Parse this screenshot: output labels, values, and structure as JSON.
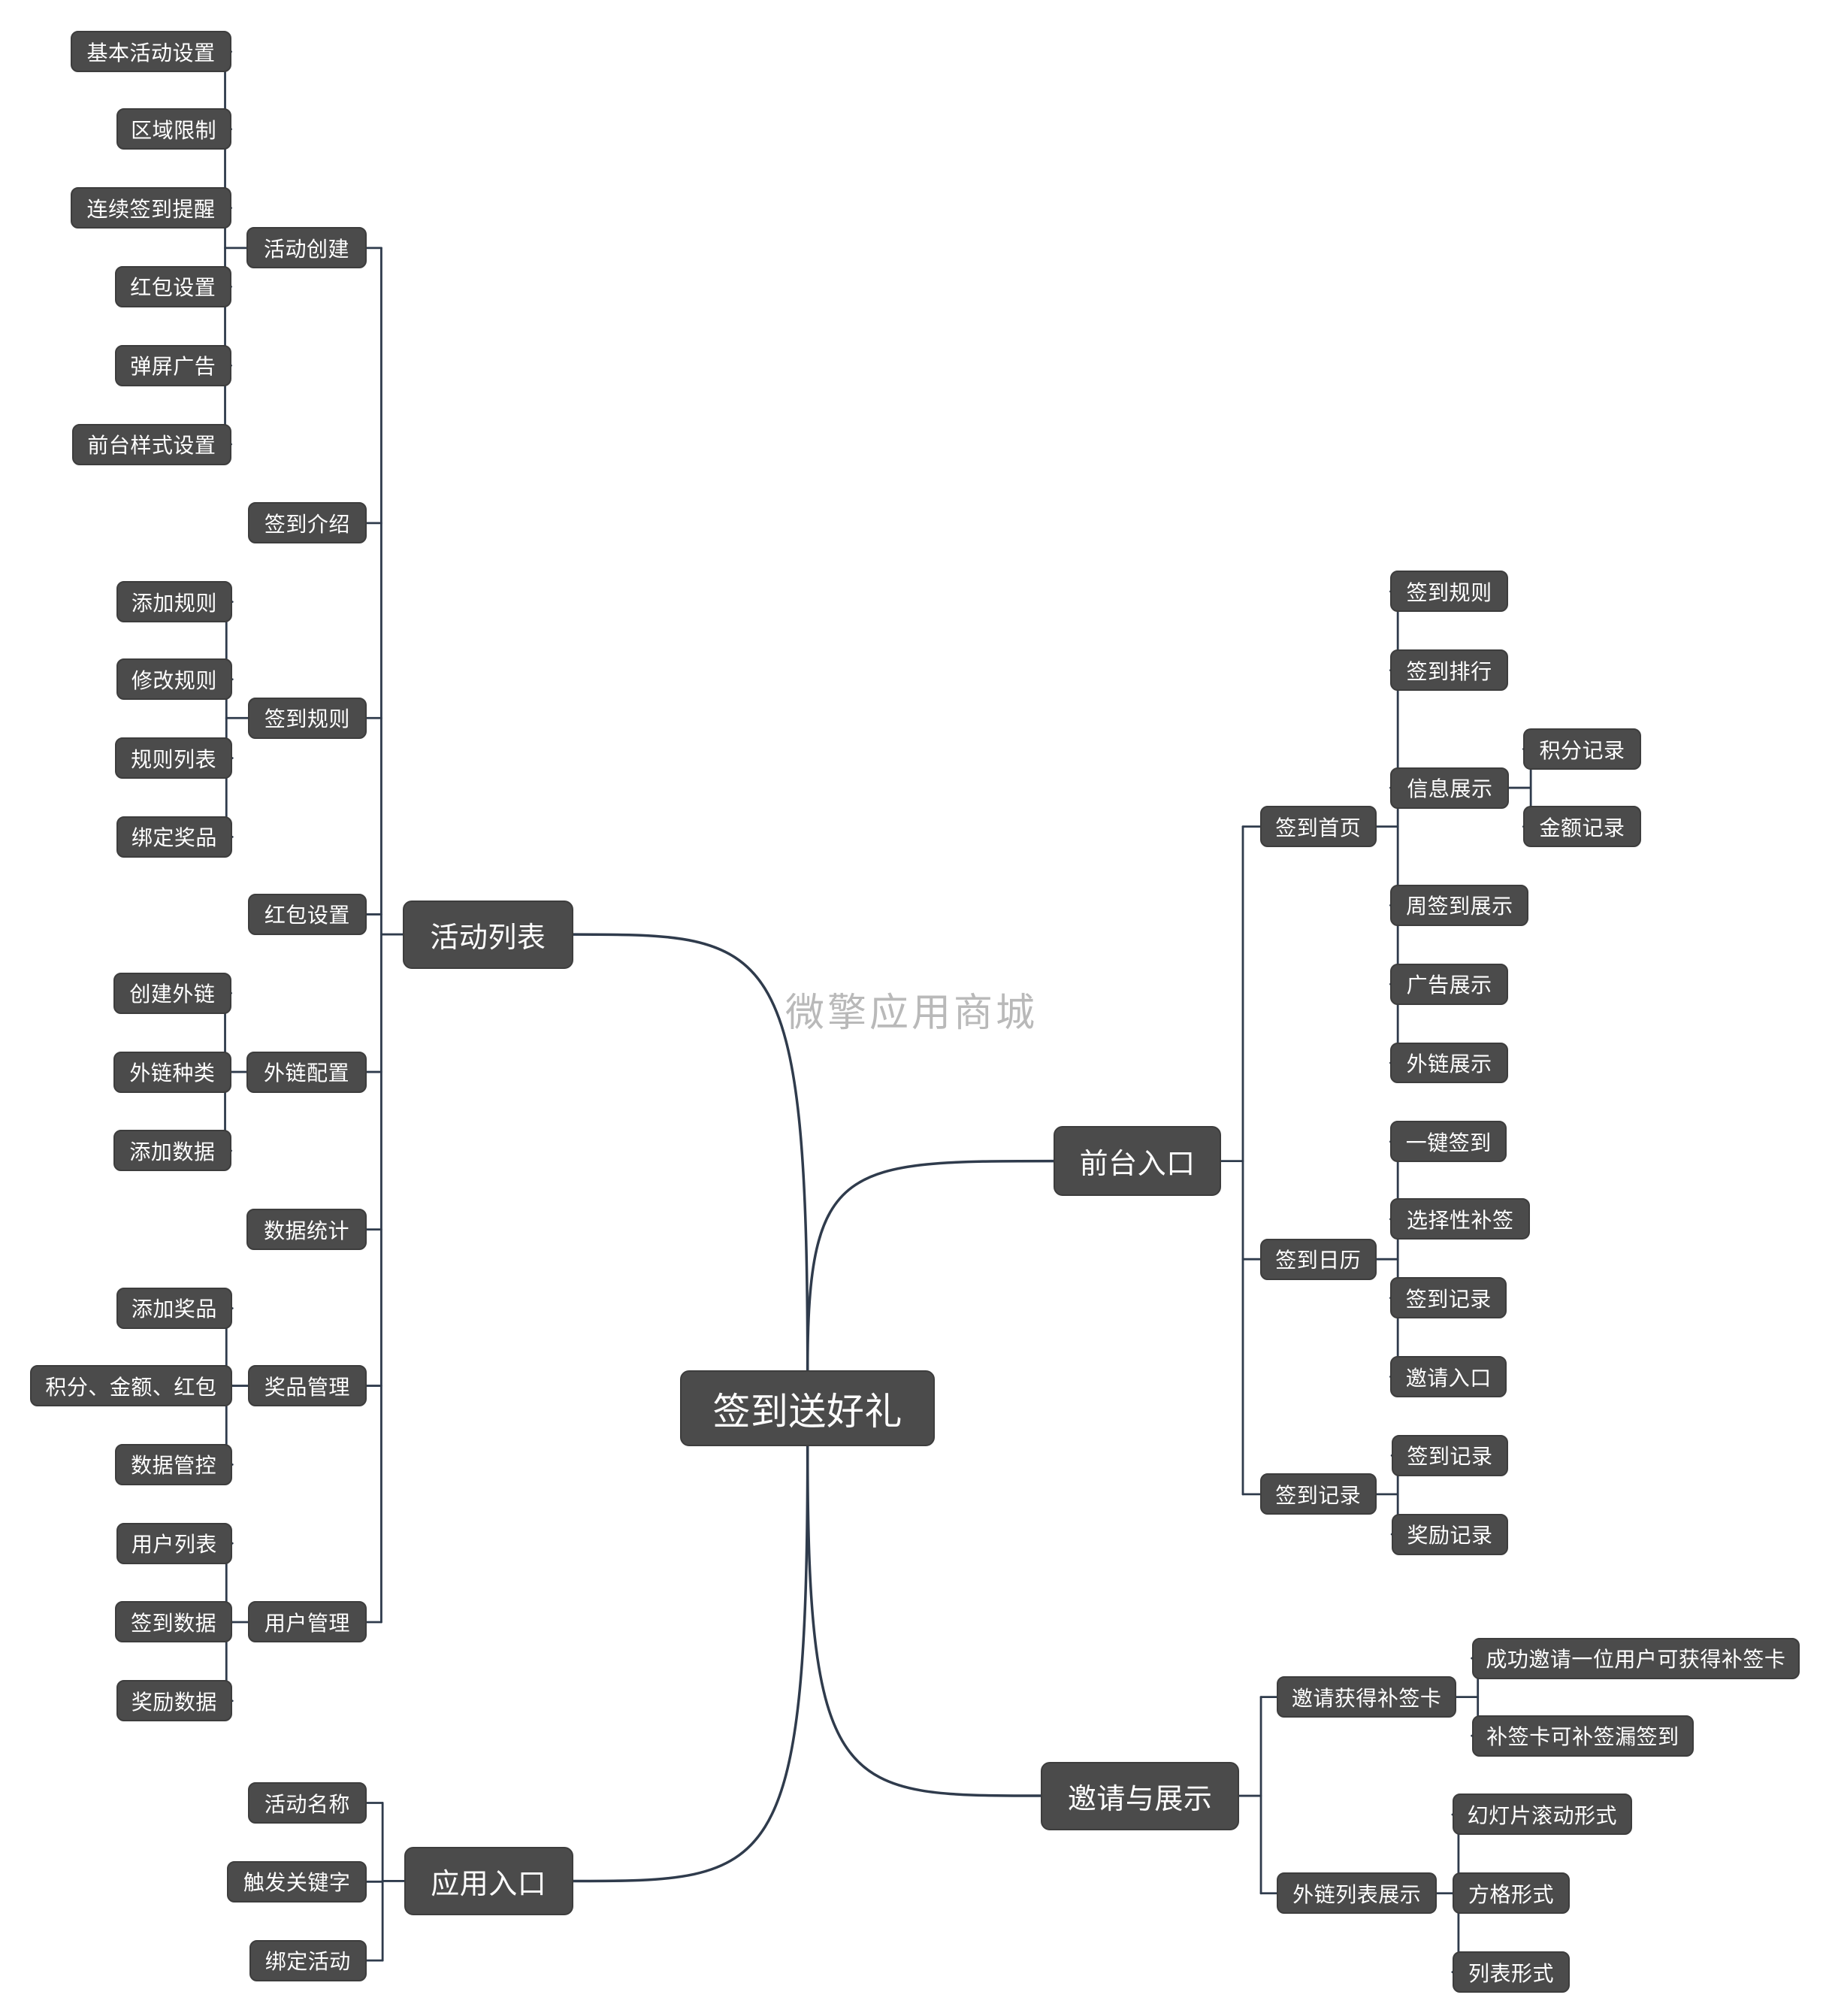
{
  "diagram": {
    "watermark": "微擎应用商城",
    "root": {
      "id": "root",
      "label": "签到送好礼"
    },
    "nodes": [
      {
        "id": "b1",
        "parent": "root",
        "label": "活动列表"
      },
      {
        "id": "b2",
        "parent": "root",
        "label": "应用入口"
      },
      {
        "id": "b3",
        "parent": "root",
        "label": "前台入口"
      },
      {
        "id": "b4",
        "parent": "root",
        "label": "邀请与展示"
      },
      {
        "id": "b1_1",
        "parent": "b1",
        "label": "活动创建"
      },
      {
        "id": "b1_2",
        "parent": "b1",
        "label": "签到介绍"
      },
      {
        "id": "b1_3",
        "parent": "b1",
        "label": "签到规则"
      },
      {
        "id": "b1_4",
        "parent": "b1",
        "label": "红包设置"
      },
      {
        "id": "b1_5",
        "parent": "b1",
        "label": "外链配置"
      },
      {
        "id": "b1_6",
        "parent": "b1",
        "label": "数据统计"
      },
      {
        "id": "b1_7",
        "parent": "b1",
        "label": "奖品管理"
      },
      {
        "id": "b1_8",
        "parent": "b1",
        "label": "用户管理"
      },
      {
        "id": "b1_1_1",
        "parent": "b1_1",
        "label": "基本活动设置"
      },
      {
        "id": "b1_1_2",
        "parent": "b1_1",
        "label": "区域限制"
      },
      {
        "id": "b1_1_3",
        "parent": "b1_1",
        "label": "连续签到提醒"
      },
      {
        "id": "b1_1_4",
        "parent": "b1_1",
        "label": "红包设置"
      },
      {
        "id": "b1_1_5",
        "parent": "b1_1",
        "label": "弹屏广告"
      },
      {
        "id": "b1_1_6",
        "parent": "b1_1",
        "label": "前台样式设置"
      },
      {
        "id": "b1_3_1",
        "parent": "b1_3",
        "label": "添加规则"
      },
      {
        "id": "b1_3_2",
        "parent": "b1_3",
        "label": "修改规则"
      },
      {
        "id": "b1_3_3",
        "parent": "b1_3",
        "label": "规则列表"
      },
      {
        "id": "b1_3_4",
        "parent": "b1_3",
        "label": "绑定奖品"
      },
      {
        "id": "b1_5_1",
        "parent": "b1_5",
        "label": "创建外链"
      },
      {
        "id": "b1_5_2",
        "parent": "b1_5",
        "label": "外链种类"
      },
      {
        "id": "b1_5_3",
        "parent": "b1_5",
        "label": "添加数据"
      },
      {
        "id": "b1_7_1",
        "parent": "b1_7",
        "label": "添加奖品"
      },
      {
        "id": "b1_7_2",
        "parent": "b1_7",
        "label": "积分、金额、红包"
      },
      {
        "id": "b1_7_3",
        "parent": "b1_7",
        "label": "数据管控"
      },
      {
        "id": "b1_8_1",
        "parent": "b1_8",
        "label": "用户列表"
      },
      {
        "id": "b1_8_2",
        "parent": "b1_8",
        "label": "签到数据"
      },
      {
        "id": "b1_8_3",
        "parent": "b1_8",
        "label": "奖励数据"
      },
      {
        "id": "b2_1",
        "parent": "b2",
        "label": "活动名称"
      },
      {
        "id": "b2_2",
        "parent": "b2",
        "label": "触发关键字"
      },
      {
        "id": "b2_3",
        "parent": "b2",
        "label": "绑定活动"
      },
      {
        "id": "b3_1",
        "parent": "b3",
        "label": "签到首页"
      },
      {
        "id": "b3_2",
        "parent": "b3",
        "label": "签到日历"
      },
      {
        "id": "b3_3",
        "parent": "b3",
        "label": "签到记录"
      },
      {
        "id": "b3_1_1",
        "parent": "b3_1",
        "label": "签到规则"
      },
      {
        "id": "b3_1_2",
        "parent": "b3_1",
        "label": "签到排行"
      },
      {
        "id": "b3_1_3",
        "parent": "b3_1",
        "label": "信息展示"
      },
      {
        "id": "b3_1_4",
        "parent": "b3_1",
        "label": "周签到展示"
      },
      {
        "id": "b3_1_5",
        "parent": "b3_1",
        "label": "广告展示"
      },
      {
        "id": "b3_1_6",
        "parent": "b3_1",
        "label": "外链展示"
      },
      {
        "id": "b3_1_3_1",
        "parent": "b3_1_3",
        "label": "积分记录"
      },
      {
        "id": "b3_1_3_2",
        "parent": "b3_1_3",
        "label": "金额记录"
      },
      {
        "id": "b3_2_1",
        "parent": "b3_2",
        "label": "一键签到"
      },
      {
        "id": "b3_2_2",
        "parent": "b3_2",
        "label": "选择性补签"
      },
      {
        "id": "b3_2_3",
        "parent": "b3_2",
        "label": "签到记录"
      },
      {
        "id": "b3_2_4",
        "parent": "b3_2",
        "label": "邀请入口"
      },
      {
        "id": "b3_3_1",
        "parent": "b3_3",
        "label": "签到记录"
      },
      {
        "id": "b3_3_2",
        "parent": "b3_3",
        "label": "奖励记录"
      },
      {
        "id": "b4_1",
        "parent": "b4",
        "label": "邀请获得补签卡"
      },
      {
        "id": "b4_2",
        "parent": "b4",
        "label": "外链列表展示"
      },
      {
        "id": "b4_1_1",
        "parent": "b4_1",
        "label": "成功邀请一位用户可获得补签卡"
      },
      {
        "id": "b4_1_2",
        "parent": "b4_1",
        "label": "补签卡可补签漏签到"
      },
      {
        "id": "b4_2_1",
        "parent": "b4_2",
        "label": "幻灯片滚动形式"
      },
      {
        "id": "b4_2_2",
        "parent": "b4_2",
        "label": "方格形式"
      },
      {
        "id": "b4_2_3",
        "parent": "b4_2",
        "label": "列表形式"
      }
    ]
  },
  "colors": {
    "node_fill": "#4b4b4b",
    "node_text": "#ffffff",
    "line": "#2f3b4c",
    "watermark": "#b9b9b9"
  }
}
